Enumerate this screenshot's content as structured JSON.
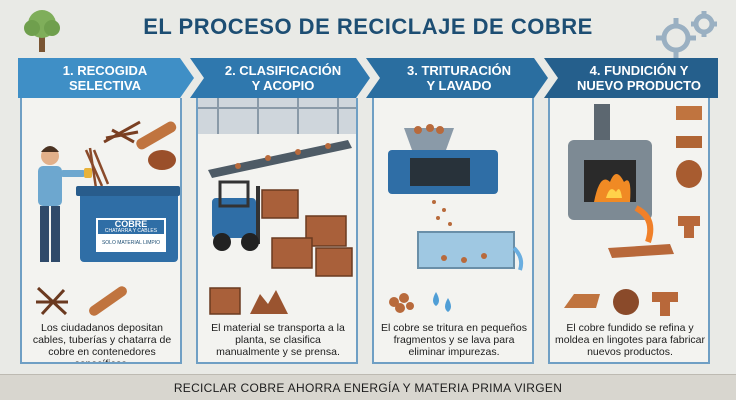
{
  "title": "EL PROCESO DE RECICLAJE DE COBRE",
  "colors": {
    "step1": "#3f8fc6",
    "step2": "#2f78ae",
    "step3": "#2a6ea0",
    "step4": "#255f8c",
    "copper": "#b8683a",
    "dark_blue": "#1d4e73"
  },
  "steps": [
    {
      "line1": "1. RECOGIDA",
      "line2": "SELECTIVA",
      "description": "Los ciudadanos depositan cables, tuberías y chatarra de cobre en contenedores específicos.",
      "bin_title": "COBRE",
      "bin_sub": "CHATARRA Y CABLES",
      "bin_note": "SOLO MATERIAL LIMPIO",
      "icons": [
        "wire-bundle-icon",
        "copper-pipe-icon"
      ]
    },
    {
      "line1": "2. CLASIFICACIÓN",
      "line2": "Y ACOPIO",
      "description": "El material se transporta a la planta, se clasifica manualmente y se prensa.",
      "icons": [
        "copper-bale-icon",
        "scrap-pile-icon"
      ]
    },
    {
      "line1": "3. TRITURACIÓN",
      "line2": "Y LAVADO",
      "description": "El cobre se tritura en pequeños fragmentos y se lava para eliminar impurezas.",
      "icons": [
        "copper-fragments-icon",
        "water-drops-icon"
      ]
    },
    {
      "line1": "4. FUNDICIÓN Y",
      "line2": "NUEVO PRODUCTO",
      "description": "El cobre fundido se refina y moldea en lingotes para fabricar nuevos productos.",
      "icons": [
        "copper-ingot-icon",
        "copper-coil-icon",
        "copper-fitting-icon"
      ]
    }
  ],
  "footer": "RECICLAR COBRE AHORRA ENERGÍA Y MATERIA PRIMA VIRGEN"
}
